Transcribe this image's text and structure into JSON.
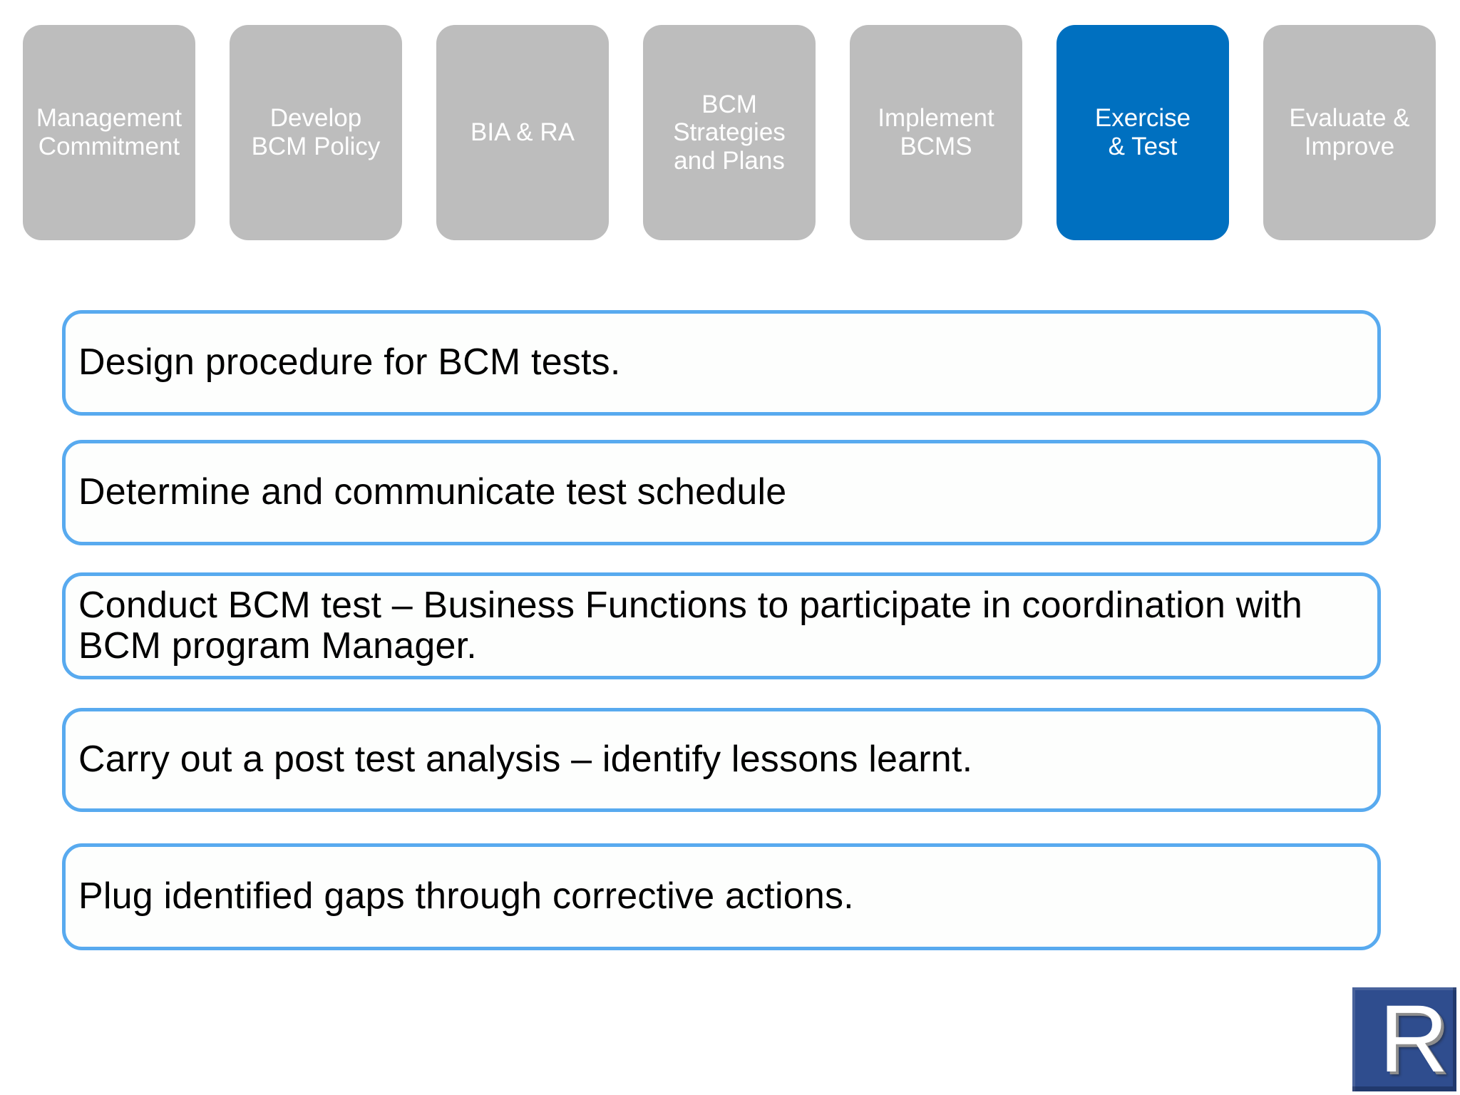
{
  "steps": {
    "items": [
      {
        "label": "Management\nCommitment",
        "active": false
      },
      {
        "label": "Develop\nBCM Policy",
        "active": false
      },
      {
        "label": "BIA & RA",
        "active": false
      },
      {
        "label": "BCM\nStrategies\nand Plans",
        "active": false
      },
      {
        "label": "Implement\nBCMS",
        "active": false
      },
      {
        "label": "Exercise\n& Test",
        "active": true
      },
      {
        "label": "Evaluate &\nImprove",
        "active": false
      }
    ]
  },
  "tasks": {
    "items": [
      {
        "text": "Design procedure for BCM tests."
      },
      {
        "text": "Determine and communicate test schedule"
      },
      {
        "text": "Conduct BCM test – Business Functions to participate in coordination with BCM program Manager."
      },
      {
        "text": "Carry out a post test analysis – identify lessons learnt."
      },
      {
        "text": "Plug identified gaps through corrective actions."
      }
    ]
  },
  "logo": {
    "letter": "R"
  },
  "colors": {
    "slide_bg": "#ffffff",
    "step_gray": "#bdbdbd",
    "step_active": "#0070c0",
    "step_text": "#ffffff",
    "task_border": "#58aaef",
    "task_bg": "#fdfefd",
    "task_text": "#000000",
    "logo_bg": "#2f4d8e",
    "logo_letter": "#ffffff"
  }
}
